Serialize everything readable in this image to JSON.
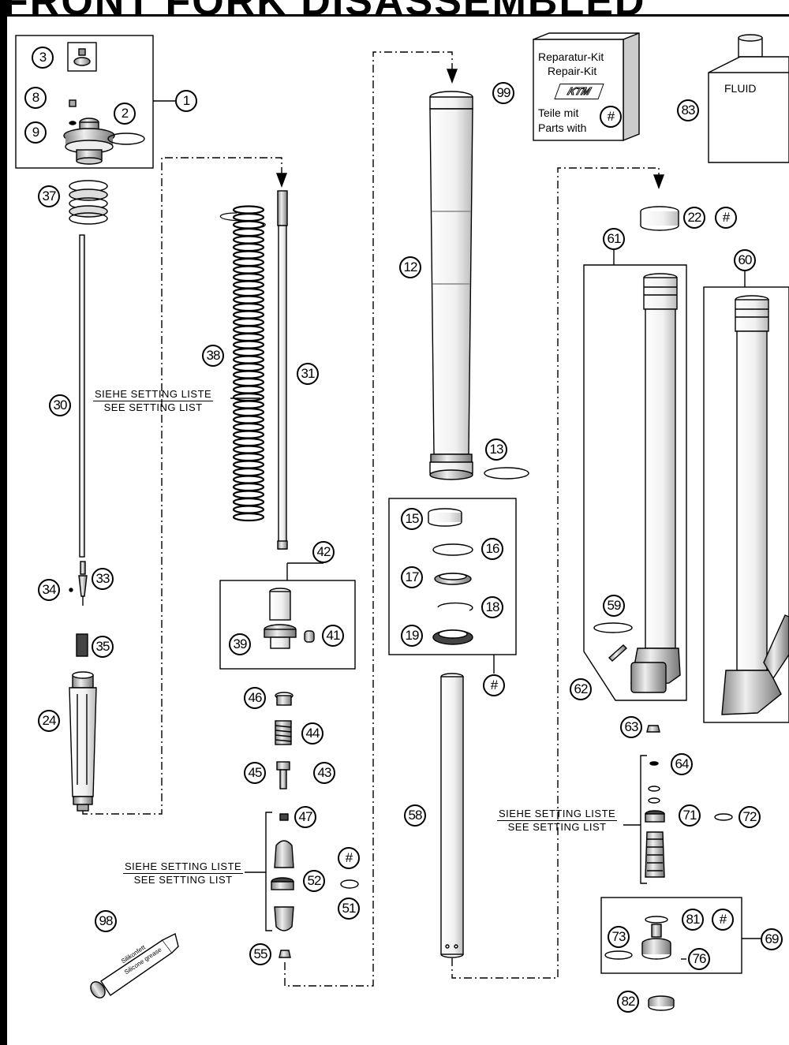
{
  "header": {
    "title": "FRONT FORK DISASSEMBLED"
  },
  "notes": {
    "setting_de": "SIEHE SETTING LISTE",
    "setting_en": "SEE SETTING LIST"
  },
  "repair_kit": {
    "line1": "Reparatur-Kit",
    "line2": "Repair-Kit",
    "line3": "Teile mit",
    "line4": "Parts with",
    "symbol": "#"
  },
  "fluid_label": "FLUID",
  "grease": {
    "line1": "Silikonfett",
    "line2": "Silicone grease"
  },
  "callouts": {
    "c1": "1",
    "c2": "2",
    "c3": "3",
    "c8": "8",
    "c9": "9",
    "c12": "12",
    "c13": "13",
    "c15": "15",
    "c16": "16",
    "c17": "17",
    "c18": "18",
    "c19": "19",
    "c22": "22",
    "c24": "24",
    "c30": "30",
    "c31": "31",
    "c33": "33",
    "c34": "34",
    "c35": "35",
    "c37": "37",
    "c38": "38",
    "c39": "39",
    "c41": "41",
    "c42": "42",
    "c43": "43",
    "c44": "44",
    "c45": "45",
    "c46": "46",
    "c47": "47",
    "c51": "51",
    "c52": "52",
    "c55": "55",
    "c58": "58",
    "c59": "59",
    "c60": "60",
    "c61": "61",
    "c62": "62",
    "c63": "63",
    "c64": "64",
    "c69": "69",
    "c71": "71",
    "c72": "72",
    "c73": "73",
    "c76": "76",
    "c81": "81",
    "c82": "82",
    "c83": "83",
    "c98": "98",
    "c99": "99",
    "hash": "#"
  },
  "colors": {
    "line": "#000000",
    "part_fill": "#ffffff",
    "shade": "#9a9a9a"
  }
}
